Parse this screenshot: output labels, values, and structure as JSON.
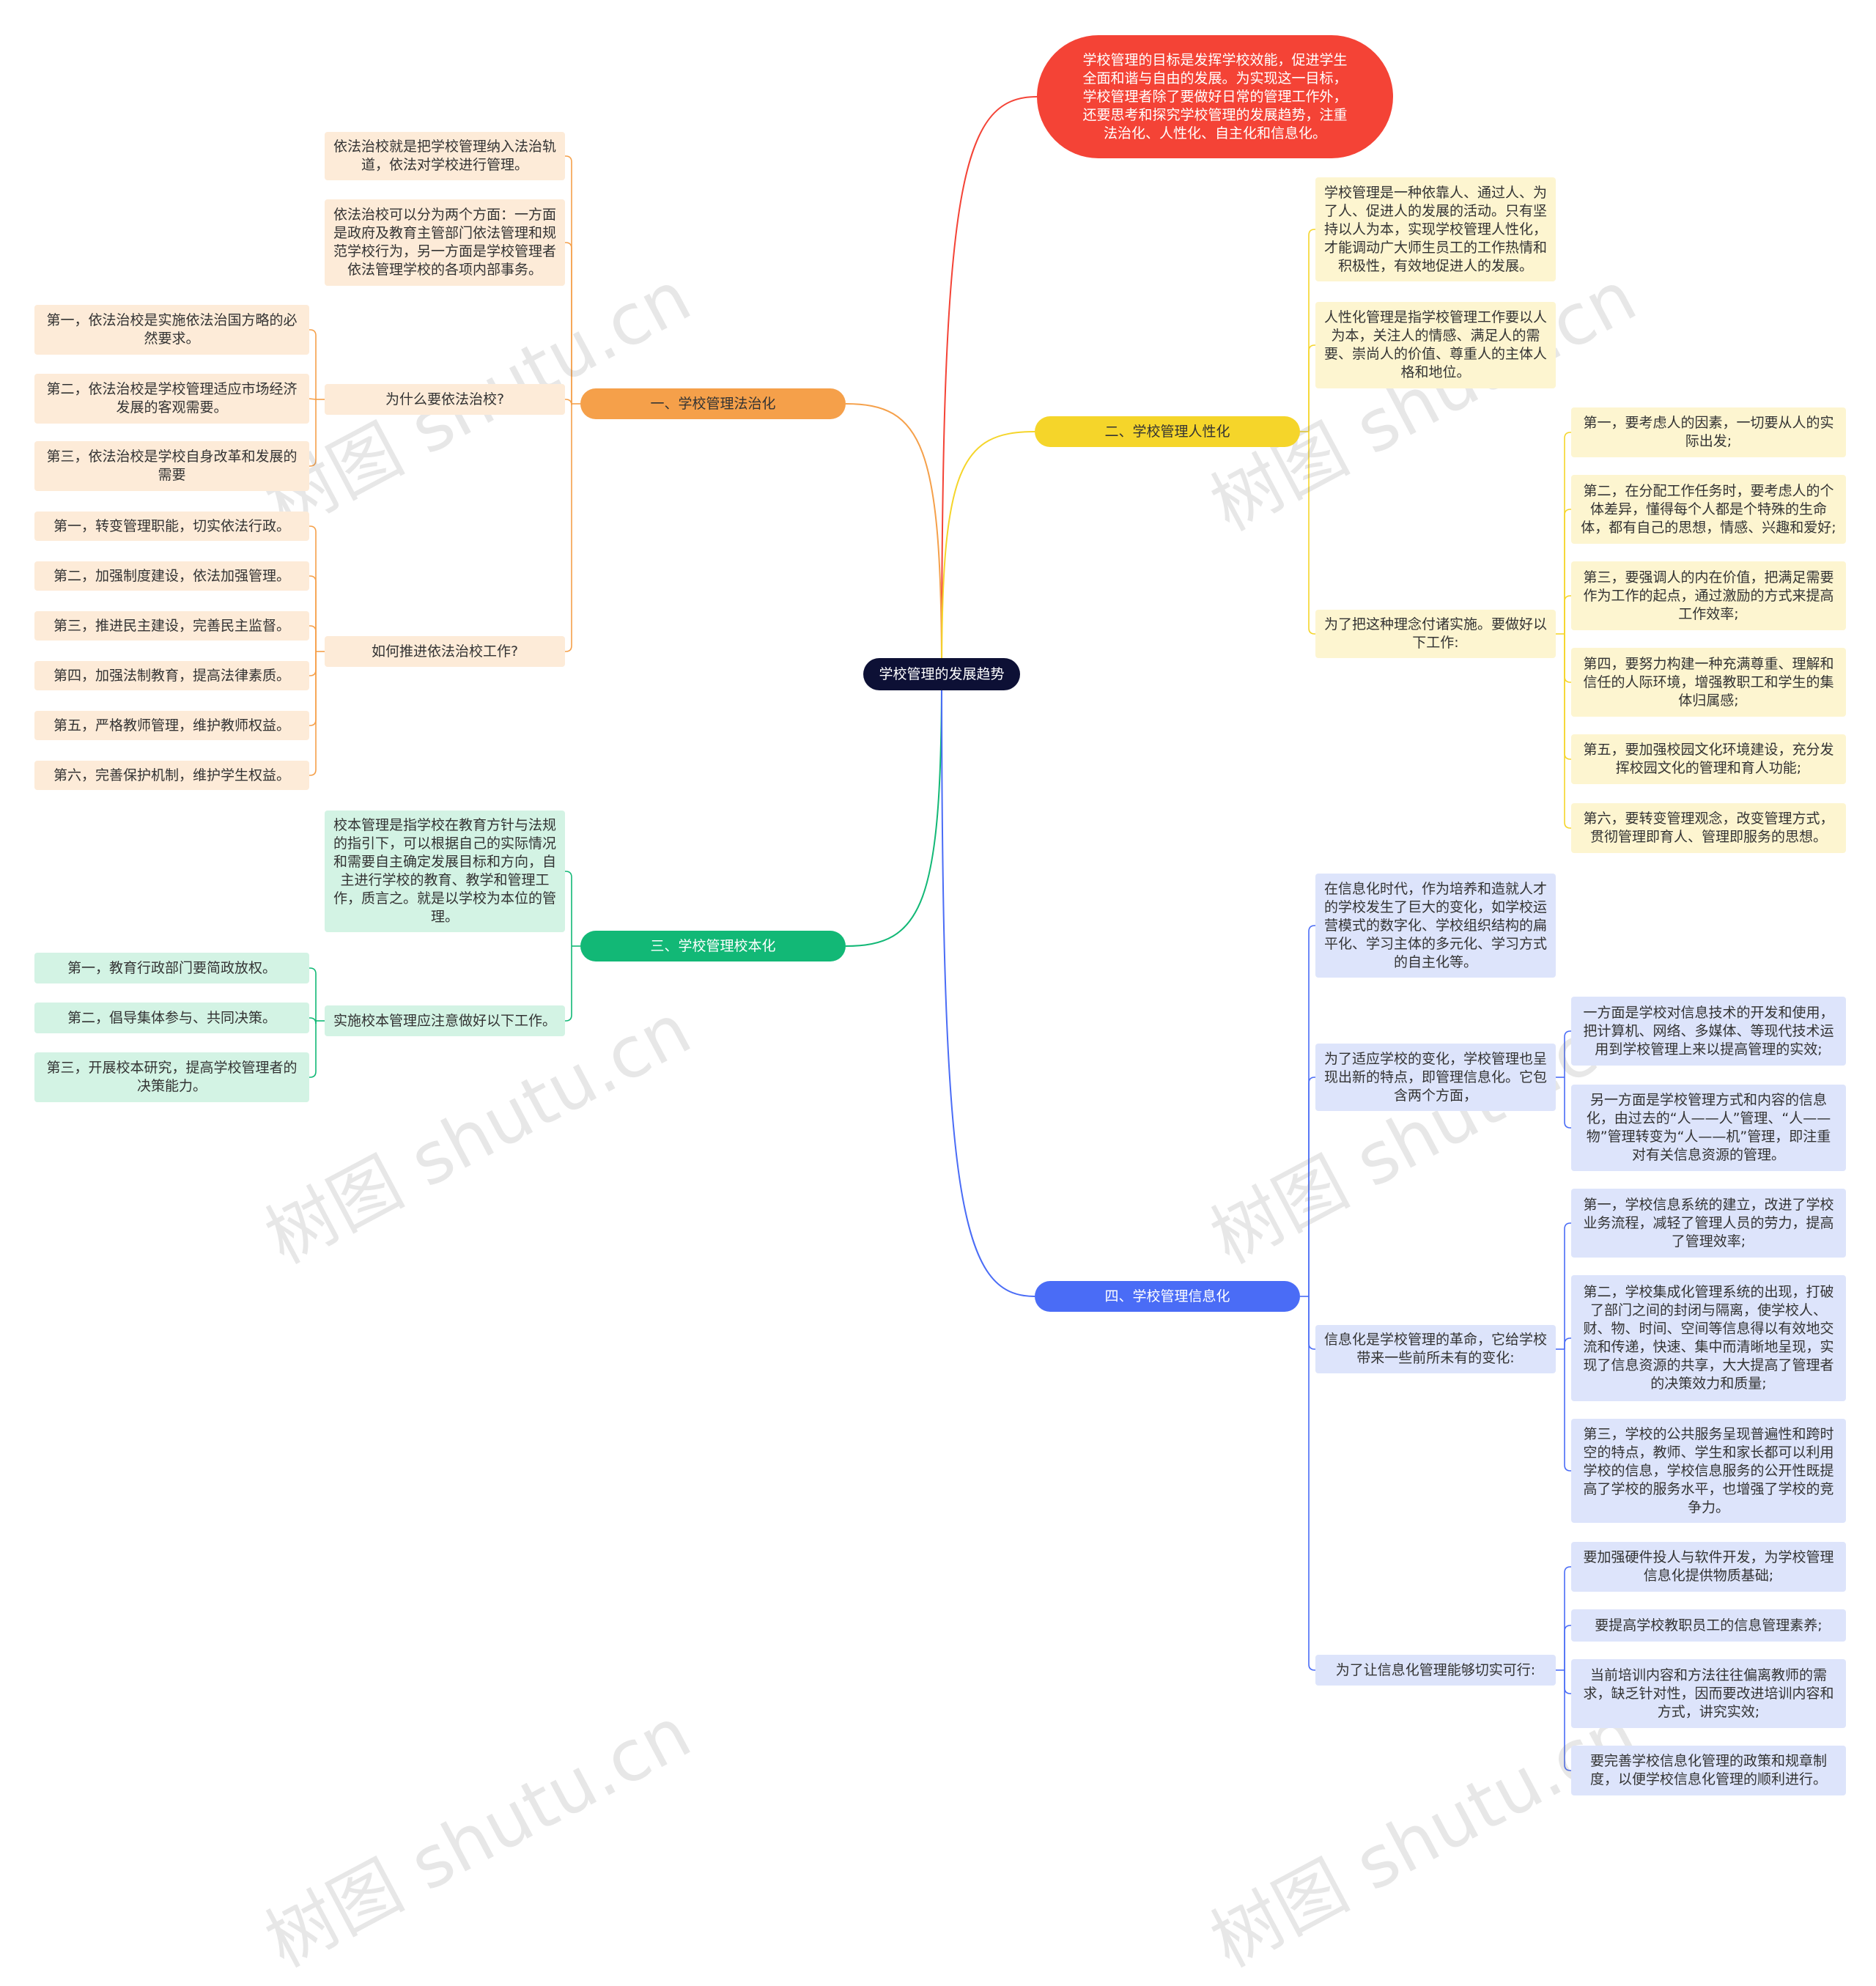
{
  "root": "学校管理的发展趋势",
  "top_note": "学校管理的目标是发挥学校效能，促进学生全面和谐与自由的发展。为实现这一目标，学校管理者除了要做好日常的管理工作外，还要思考和探究学校管理的发展趋势，注重法治化、人性化、自主化和信息化。",
  "watermark": "树图 shutu.cn",
  "colors": {
    "orange": "#f5a04a",
    "yellow": "#f5d52a",
    "green": "#12b876",
    "blue": "#4a6cf6",
    "red": "#f44336",
    "root": "#0d1035"
  },
  "branches": {
    "b1": {
      "label": "一、学校管理法治化",
      "c1": "依法治校就是把学校管理纳入法治轨道，依法对学校进行管理。",
      "c2": "依法治校可以分为两个方面：一方面是政府及教育主管部门依法管理和规范学校行为，另一方面是学校管理者依法管理学校的各项内部事务。",
      "c3": {
        "label": "为什么要依法治校?",
        "items": [
          "第一，依法治校是实施依法治国方略的必然要求。",
          "第二，依法治校是学校管理适应市场经济发展的客观需要。",
          "第三，依法治校是学校自身改革和发展的需要"
        ]
      },
      "c4": {
        "label": "如何推进依法治校工作?",
        "items": [
          "第一，转变管理职能，切实依法行政。",
          "第二，加强制度建设，依法加强管理。",
          "第三，推进民主建设，完善民主监督。",
          "第四，加强法制教育，提高法律素质。",
          "第五，严格教师管理，维护教师权益。",
          "第六，完善保护机制，维护学生权益。"
        ]
      }
    },
    "b2": {
      "label": "二、学校管理人性化",
      "c1": "学校管理是一种依靠人、通过人、为了人、促进人的发展的活动。只有坚持以人为本，实现学校管理人性化，才能调动广大师生员工的工作热情和积极性，有效地促进人的发展。",
      "c2": "人性化管理是指学校管理工作要以人为本，关注人的情感、满足人的需要、崇尚人的价值、尊重人的主体人格和地位。",
      "c3": {
        "label": "为了把这种理念付诸实施。要做好以下工作:",
        "items": [
          "第一，要考虑人的因素，一切要从人的实际出发;",
          "第二，在分配工作任务时，要考虑人的个体差异，懂得每个人都是个特殊的生命体，都有自己的思想，情感、兴趣和爱好;",
          "第三，要强调人的内在价值，把满足需要作为工作的起点，通过激励的方式来提高工作效率;",
          "第四，要努力构建一种充满尊重、理解和信任的人际环境，增强教职工和学生的集体归属感;",
          "第五，要加强校园文化环境建设，充分发挥校园文化的管理和育人功能;",
          "第六，要转变管理观念，改变管理方式，贯彻管理即育人、管理即服务的思想。"
        ]
      }
    },
    "b3": {
      "label": "三、学校管理校本化",
      "c1": "校本管理是指学校在教育方针与法规的指引下，可以根据自己的实际情况和需要自主确定发展目标和方向，自主进行学校的教育、教学和管理工作，质言之。就是以学校为本位的管理。",
      "c2": {
        "label": "实施校本管理应注意做好以下工作。",
        "items": [
          "第一，教育行政部门要简政放权。",
          "第二，倡导集体参与、共同决策。",
          "第三，开展校本研究，提高学校管理者的决策能力。"
        ]
      }
    },
    "b4": {
      "label": "四、学校管理信息化",
      "c1": "在信息化时代，作为培养和造就人才的学校发生了巨大的变化，如学校运营模式的数字化、学校组织结构的扁平化、学习主体的多元化、学习方式的自主化等。",
      "c2": {
        "label": "为了适应学校的变化，学校管理也呈现出新的特点，即管理信息化。它包含两个方面，",
        "items": [
          "一方面是学校对信息技术的开发和使用，把计算机、网络、多媒体、等现代技术运用到学校管理上来以提高管理的实效;",
          "另一方面是学校管理方式和内容的信息化，由过去的“人——人”管理、“人——物”管理转变为“人——机”管理，即注重对有关信息资源的管理。"
        ]
      },
      "c3": {
        "label": "信息化是学校管理的革命，它给学校带来一些前所未有的变化:",
        "items": [
          "第一，学校信息系统的建立，改进了学校业务流程，减轻了管理人员的劳力，提高了管理效率;",
          "第二，学校集成化管理系统的出现，打破了部门之间的封闭与隔离，使学校人、财、物、时间、空间等信息得以有效地交流和传递，快速、集中而清晰地呈现，实现了信息资源的共享，大大提高了管理者的决策效力和质量;",
          "第三，学校的公共服务呈现普遍性和跨时空的特点，教师、学生和家长都可以利用学校的信息，学校信息服务的公开性既提高了学校的服务水平，也增强了学校的竞争力。"
        ]
      },
      "c4": {
        "label": "为了让信息化管理能够切实可行:",
        "items": [
          "要加强硬件投人与软件开发，为学校管理信息化提供物质基础;",
          "要提高学校教职员工的信息管理素养;",
          "当前培训内容和方法往往偏离教师的需求，缺乏针对性，因而要改进培训内容和方式，讲究实效;",
          "要完善学校信息化管理的政策和规章制度，以便学校信息化管理的顺利进行。"
        ]
      }
    }
  }
}
